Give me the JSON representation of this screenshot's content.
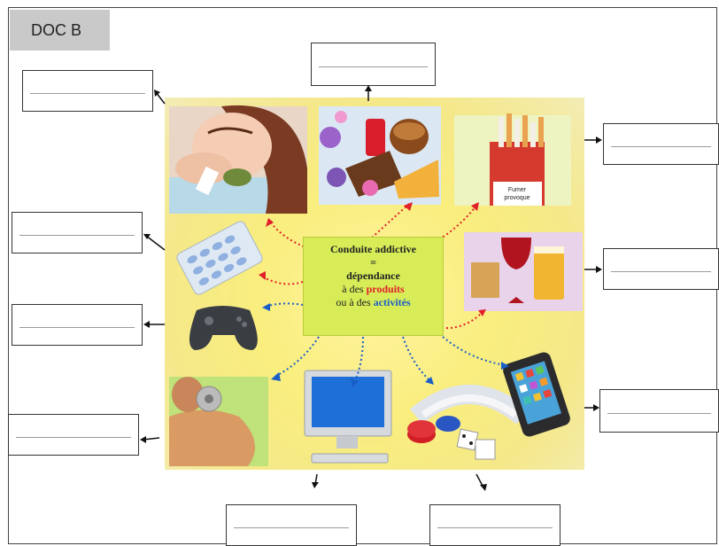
{
  "doc_label": "DOC B",
  "center": {
    "line1": "Conduite addictive",
    "line2": "=",
    "line3": "dépendance",
    "line4_prefix": "à des ",
    "line4_highlight": "produits",
    "line5_prefix": "ou à des ",
    "line5_highlight": "activités"
  },
  "cigarette_pack_text": "Fumer provoque",
  "colors": {
    "product_arrow": "#e0202a",
    "activity_arrow": "#1a5ec8",
    "center_bg": "#d8ec58"
  },
  "icons": [
    "drug-sniffing",
    "sweets",
    "cigarettes",
    "pills",
    "alcohol",
    "game-controller",
    "dumbbell",
    "computer",
    "casino",
    "smartphone"
  ]
}
